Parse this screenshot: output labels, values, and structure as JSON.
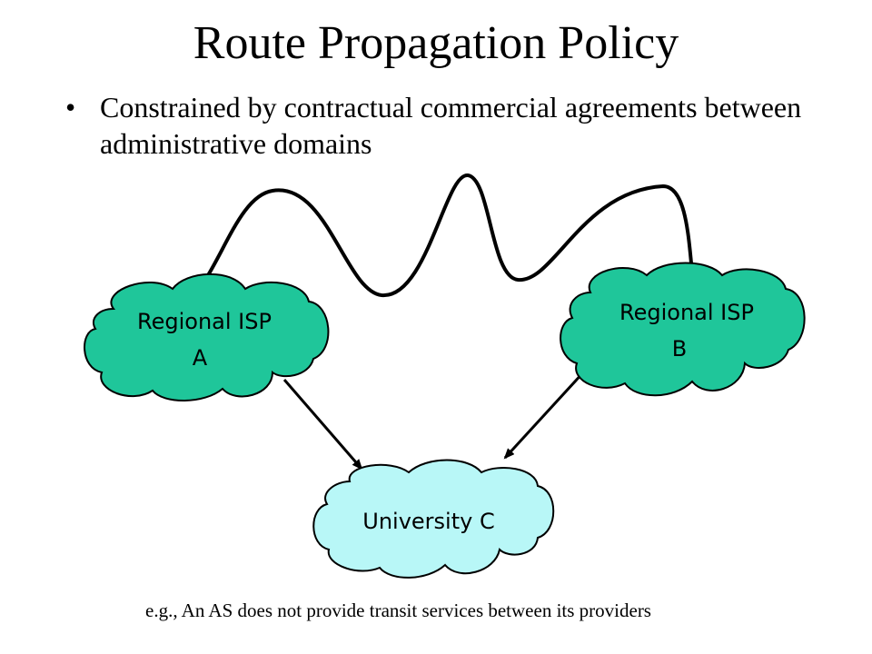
{
  "slide": {
    "title": "Route Propagation Policy",
    "bullet": "Constrained by contractual commercial agreements between administrative domains",
    "footnote": "e.g., An AS does not provide transit services between its providers"
  },
  "diagram": {
    "nodes": [
      {
        "id": "isp-a",
        "label_line1": "Regional ISP",
        "label_line2": "A",
        "fill": "#1fc69a"
      },
      {
        "id": "isp-b",
        "label_line1": "Regional ISP",
        "label_line2": "B",
        "fill": "#1fc69a"
      },
      {
        "id": "uni-c",
        "label_line1": "University C",
        "label_line2": "",
        "fill": "#b8f7f7"
      }
    ],
    "edges": [
      {
        "from": "isp-a",
        "to": "isp-b",
        "kind": "wavy-link"
      },
      {
        "from": "isp-a",
        "to": "uni-c",
        "kind": "arrow"
      },
      {
        "from": "isp-b",
        "to": "uni-c",
        "kind": "arrow"
      }
    ]
  }
}
